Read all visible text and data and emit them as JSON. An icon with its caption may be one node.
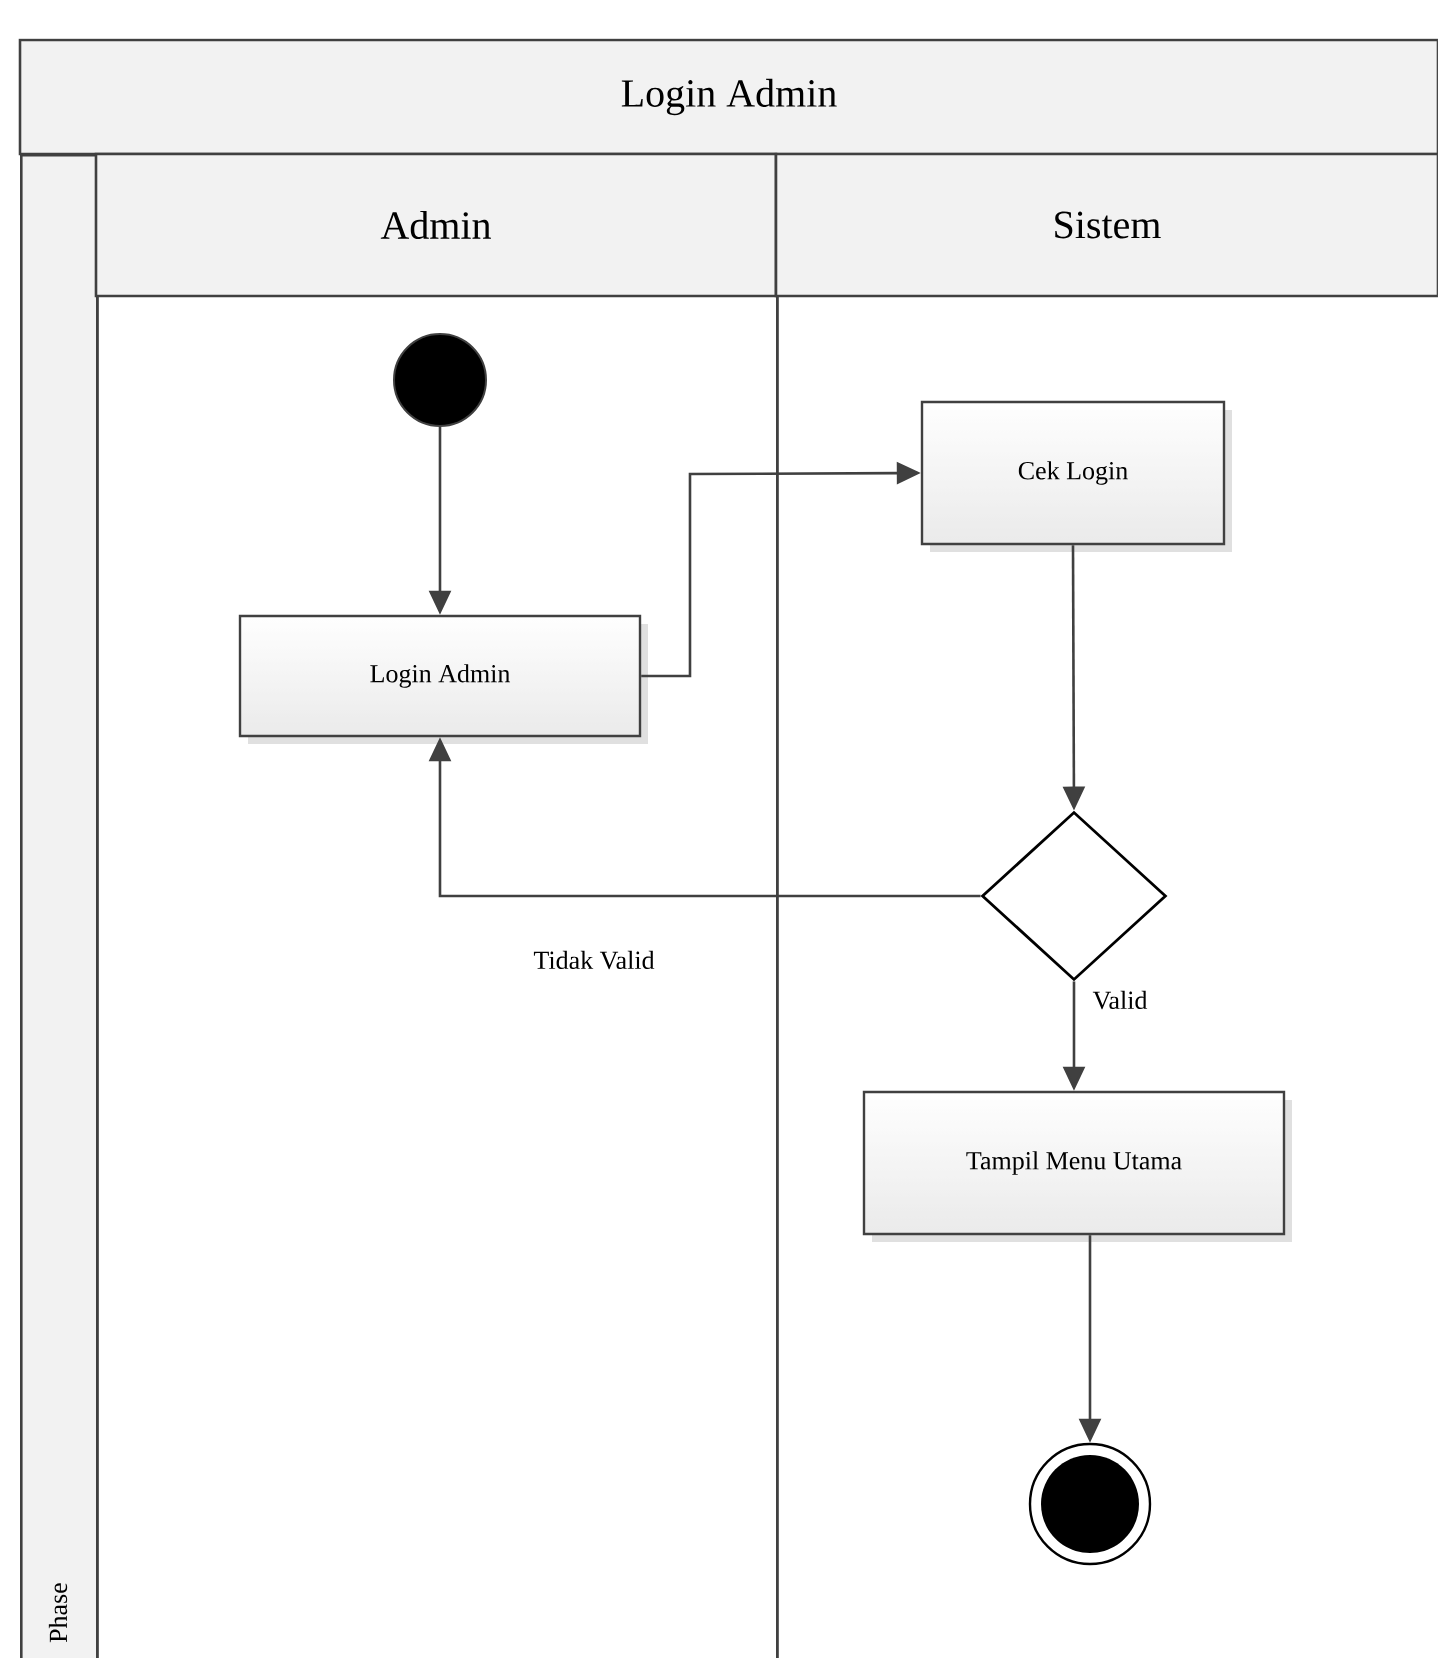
{
  "diagram": {
    "nodes": [
      {
        "text": [
          "Login Admin"
        ]
      },
      {
        "text": [
          "Phase"
        ]
      },
      {
        "text": [
          "Admin"
        ]
      },
      {
        "text": [
          "Sistem"
        ]
      },
      {
        "text": [],
        "shape": "circle",
        "in": 2
      },
      {
        "text": [
          "Login Admin"
        ],
        "in": 2
      },
      {
        "text": [
          "Cek Login"
        ],
        "in": 3
      },
      {
        "text": [],
        "shape": "diamond",
        "in": 3
      },
      {
        "text": [
          "Tampil Menu Utama"
        ],
        "in": 3
      },
      {
        "text": [],
        "shape": "circle",
        "in": 3
      }
    ],
    "edges": [
      {
        "from": 4,
        "to": 5,
        "arrow": "to"
      },
      {
        "from": 5,
        "to": 6,
        "arrow": "to"
      },
      {
        "from": 6,
        "to": 7,
        "arrow": "to"
      },
      {
        "from": 7,
        "to": 5,
        "arrow": "to",
        "label": "Tidak Valid"
      },
      {
        "from": 7,
        "to": 8,
        "arrow": "to",
        "label": "Valid"
      },
      {
        "from": 8,
        "to": 9,
        "arrow": "to"
      }
    ]
  }
}
